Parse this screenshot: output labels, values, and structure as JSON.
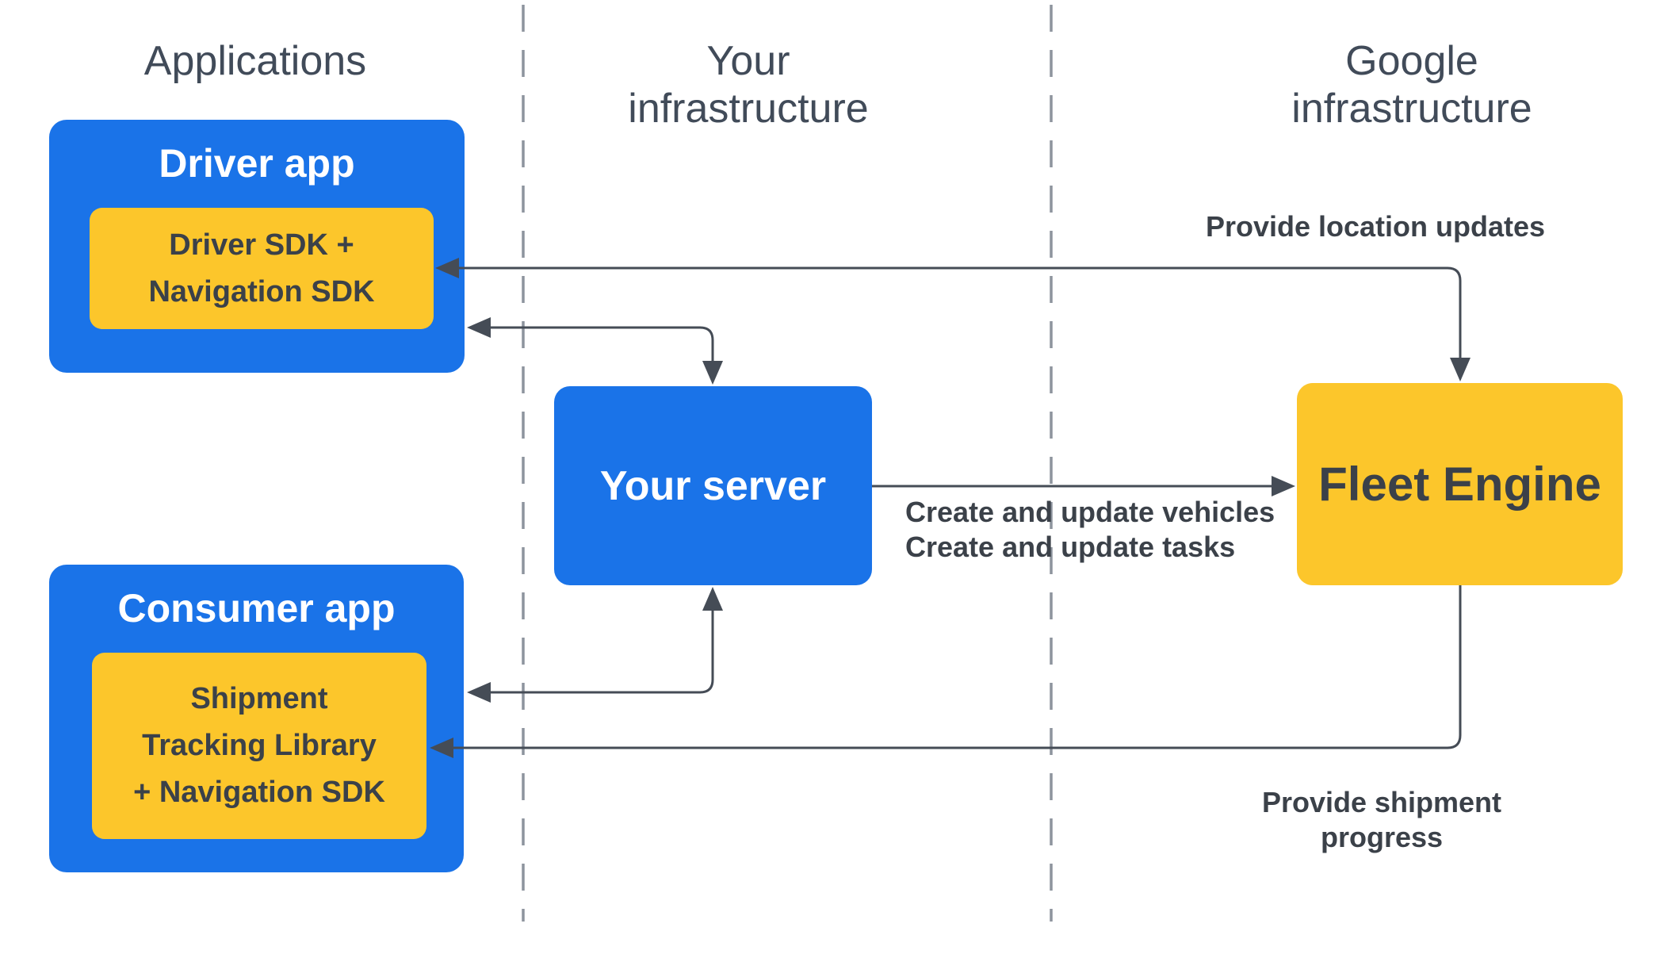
{
  "colors": {
    "blue": "#1A73E8",
    "yellow": "#FCC62B",
    "box_text_dark": "#3B4149",
    "box_text_light": "#FFFFFF",
    "arrow": "#454C56",
    "divider": "#8D949D",
    "header_text": "#414B59",
    "background": "#FFFFFF"
  },
  "headers": {
    "applications": "Applications",
    "your_infrastructure": "Your infrastructure",
    "google_infrastructure": "Google infrastructure"
  },
  "nodes": {
    "driver_app": {
      "title": "Driver app"
    },
    "driver_sdk": {
      "line1": "Driver SDK +",
      "line2": "Navigation SDK"
    },
    "consumer_app": {
      "title": "Consumer app"
    },
    "shipment_tracking": {
      "line1": "Shipment",
      "line2": "Tracking Library",
      "line3": "+ Navigation SDK"
    },
    "your_server": {
      "title": "Your server"
    },
    "fleet_engine": {
      "title": "Fleet Engine"
    }
  },
  "edge_labels": {
    "provide_location_updates": "Provide location updates",
    "create_update_vehicles": "Create and update vehicles",
    "create_update_tasks": "Create and update tasks",
    "provide_shipment_progress": "Provide shipment progress"
  }
}
